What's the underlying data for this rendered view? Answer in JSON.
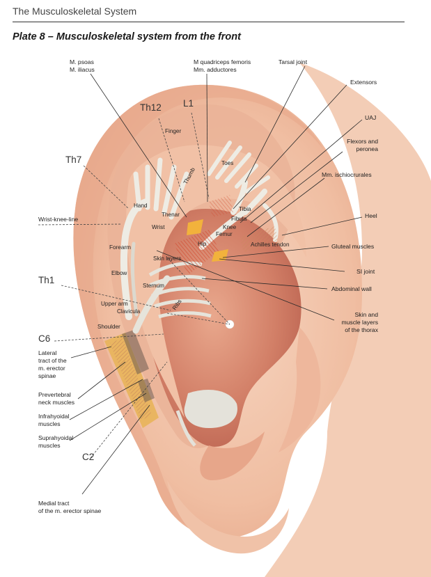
{
  "header": {
    "section": "The Musculoskeletal System"
  },
  "plate": {
    "title": "Plate 8 – Musculoskeletal system from the front"
  },
  "colors": {
    "skin": "#f1c3a8",
    "skin_dark": "#d98f74",
    "concha": "#c26e5c",
    "bone": "#e6e4db",
    "muscle_orange": "#e8a04a",
    "muscle_red": "#e05a3a"
  },
  "labels": {
    "psoas": [
      "M. psoas",
      "M. iliacus"
    ],
    "quadriceps": [
      "M quadriceps femoris",
      "Mm. adductores"
    ],
    "tarsal_joint": "Tarsal joint",
    "extensors": "Extensors",
    "uaj": "UAJ",
    "flexors": [
      "Flexors and",
      "peronea"
    ],
    "ischiocrurales": "Mm. ischiocrurales",
    "heel": "Heel",
    "gluteal": "Gluteal muscles",
    "si_joint": "SI joint",
    "abdominal_wall": "Abdominal wall",
    "skin_thorax": [
      "Skin and",
      "muscle layers",
      "of the thorax"
    ],
    "wrist_knee": "Wrist-knee-line",
    "lateral_tract": [
      "Lateral",
      "tract of the",
      "m. erector",
      "spinae"
    ],
    "prevertebral": [
      "Prevertebral",
      "neck muscles"
    ],
    "infrahyoidal": [
      "Infrahyoidal",
      "muscles"
    ],
    "suprahyoidal": [
      "Suprahyoidal",
      "muscles"
    ],
    "medial_tract": [
      "Medial tract",
      "of the m. erector spinae"
    ]
  },
  "segments": {
    "th12": "Th12",
    "l1": "L1",
    "th7": "Th7",
    "th1": "Th1",
    "c6": "C6",
    "c2": "C2"
  },
  "inner_labels": {
    "finger": "Finger",
    "toes": "Toes",
    "thumb": "Thumb",
    "hand": "Hand",
    "thenar": "Thenar",
    "wrist": "Wrist",
    "tibia": "Tibia",
    "fibula": "Fibula",
    "knee": "Knee",
    "femur": "Femur",
    "hip": "Hip",
    "achilles": "Achilles tendon",
    "forearm": "Forearm",
    "skin_layers": "Skin layers",
    "elbow": "Elbow",
    "sternum": "Sternum",
    "upper_arm": "Upper arm",
    "clavicula": "Clavicula",
    "ribs": "Ribs",
    "shoulder": "Shoulder"
  }
}
